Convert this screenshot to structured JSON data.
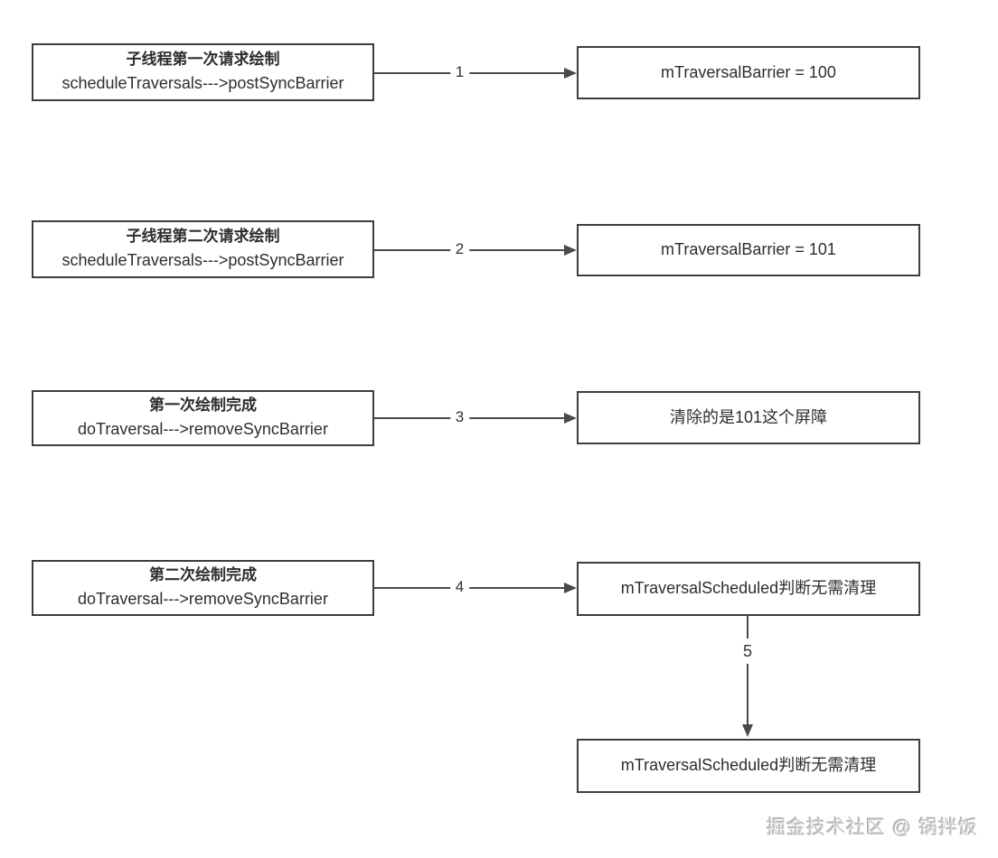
{
  "diagram": {
    "rows": [
      {
        "left": {
          "title": "子线程第一次请求绘制",
          "subtitle": "scheduleTraversals--->postSyncBarrier"
        },
        "arrow_label": "1",
        "right": {
          "text": "mTraversalBarrier = 100"
        }
      },
      {
        "left": {
          "title": "子线程第二次请求绘制",
          "subtitle": "scheduleTraversals--->postSyncBarrier"
        },
        "arrow_label": "2",
        "right": {
          "text": "mTraversalBarrier = 101"
        }
      },
      {
        "left": {
          "title": "第一次绘制完成",
          "subtitle": "doTraversal--->removeSyncBarrier"
        },
        "arrow_label": "3",
        "right": {
          "text": "清除的是101这个屏障"
        }
      },
      {
        "left": {
          "title": "第二次绘制完成",
          "subtitle": "doTraversal--->removeSyncBarrier"
        },
        "arrow_label": "4",
        "right": {
          "text": "mTraversalScheduled判断无需清理"
        }
      }
    ],
    "extra": {
      "arrow_label": "5",
      "box": {
        "text": "mTraversalScheduled判断无需清理"
      }
    },
    "watermark": "掘金技术社区 @ 锅拌饭",
    "colors": {
      "border": "#3d3d3d",
      "arrow": "#4a4a4a",
      "text": "#2e2e2e",
      "watermark": "#cccccc",
      "background": "#ffffff"
    }
  }
}
